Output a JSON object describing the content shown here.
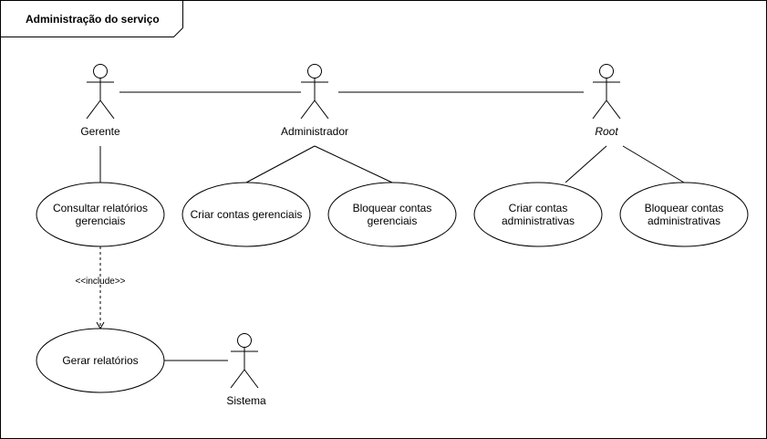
{
  "frame": {
    "title": "Administração do serviço"
  },
  "actors": {
    "gerente": {
      "label": "Gerente"
    },
    "administrador": {
      "label": "Administrador"
    },
    "root": {
      "label": "Root"
    },
    "sistema": {
      "label": "Sistema"
    }
  },
  "use_cases": {
    "consultar": {
      "line1": "Consultar relatórios",
      "line2": "gerenciais"
    },
    "criar_gerenciais": {
      "line1": "Criar contas gerenciais"
    },
    "bloquear_gerenciais": {
      "line1": "Bloquear contas",
      "line2": "gerenciais"
    },
    "criar_administrativas": {
      "line1": "Criar contas",
      "line2": "administrativas"
    },
    "bloquear_administrativas": {
      "line1": "Bloquear contas",
      "line2": "administrativas"
    },
    "gerar": {
      "line1": "Gerar relatórios"
    }
  },
  "relations": {
    "include_label": "<<include>>"
  }
}
